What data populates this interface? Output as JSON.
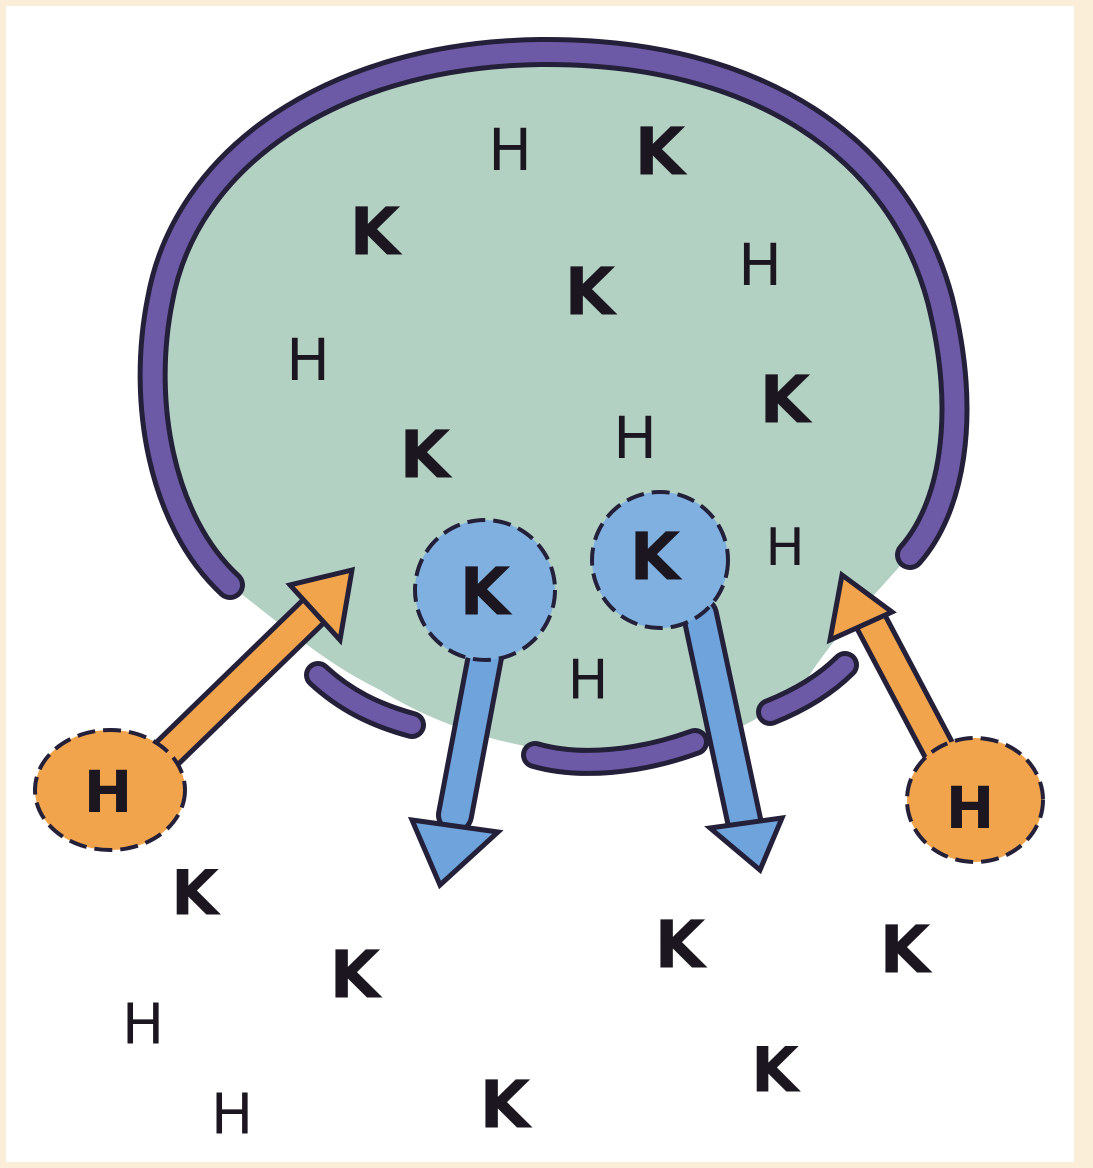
{
  "diagram": {
    "colors": {
      "background": "#fbeed9",
      "panel": "#ffffff",
      "cell_fill": "#b3d1c2",
      "membrane": "#6d5aa6",
      "membrane_outline": "#24203a",
      "k_ion_fill": "#7fb0df",
      "k_arrow": "#6ea3dc",
      "h_ion_fill": "#f2a44c",
      "h_arrow": "#f2a44c",
      "ink": "#1b1620"
    },
    "letters": {
      "k": "K",
      "h": "H"
    },
    "cell_contents": [
      "H",
      "K",
      "K",
      "H",
      "K",
      "H",
      "K",
      "H",
      "K",
      "H",
      "H"
    ],
    "transported": {
      "potassium_out": [
        "K",
        "K"
      ],
      "hydrogen_in": [
        "H",
        "H"
      ]
    },
    "outside": [
      "K",
      "K",
      "H",
      "H",
      "K",
      "K",
      "K",
      "K"
    ]
  }
}
